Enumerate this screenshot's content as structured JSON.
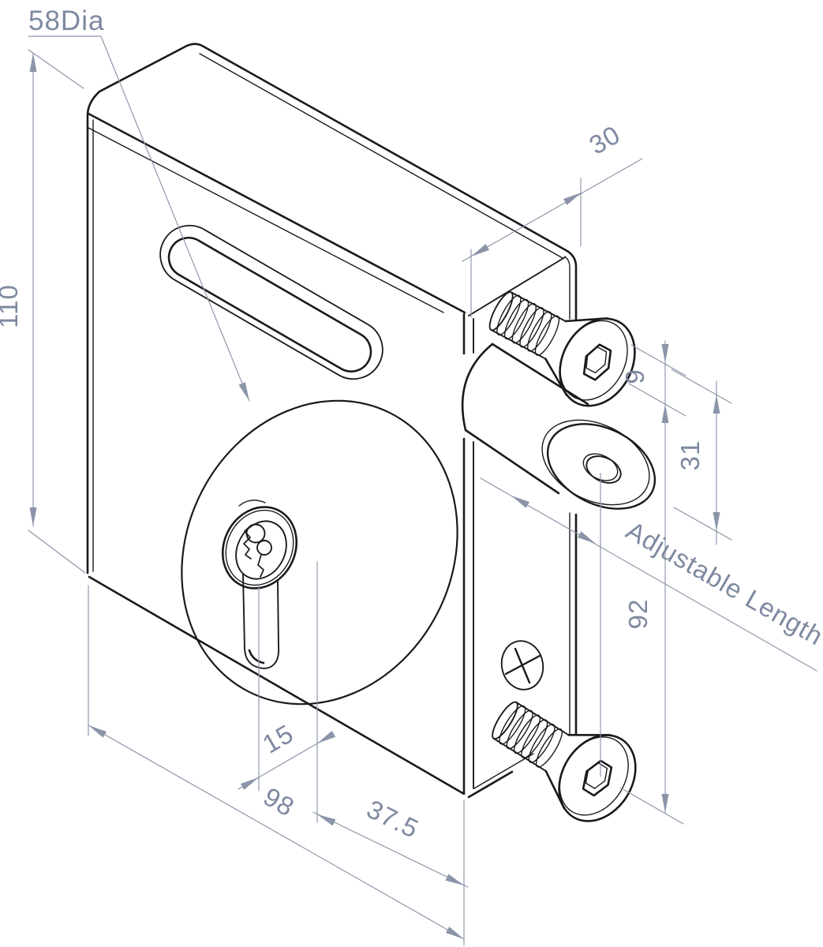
{
  "drawing": {
    "kind": "isometric-technical-drawing",
    "labels": {
      "dia": "58Dia",
      "height": "110",
      "depth": "30",
      "standoff": "9",
      "offset31": "31",
      "spacing92": "92",
      "adjustable": "Adjustable Length",
      "offset15": "15",
      "width98": "98",
      "half375": "37.5"
    },
    "colors": {
      "line": "#1a1a1c",
      "dimension": "#8b95a9",
      "dimension_text": "#7e89a0",
      "background": "#ffffff"
    }
  }
}
